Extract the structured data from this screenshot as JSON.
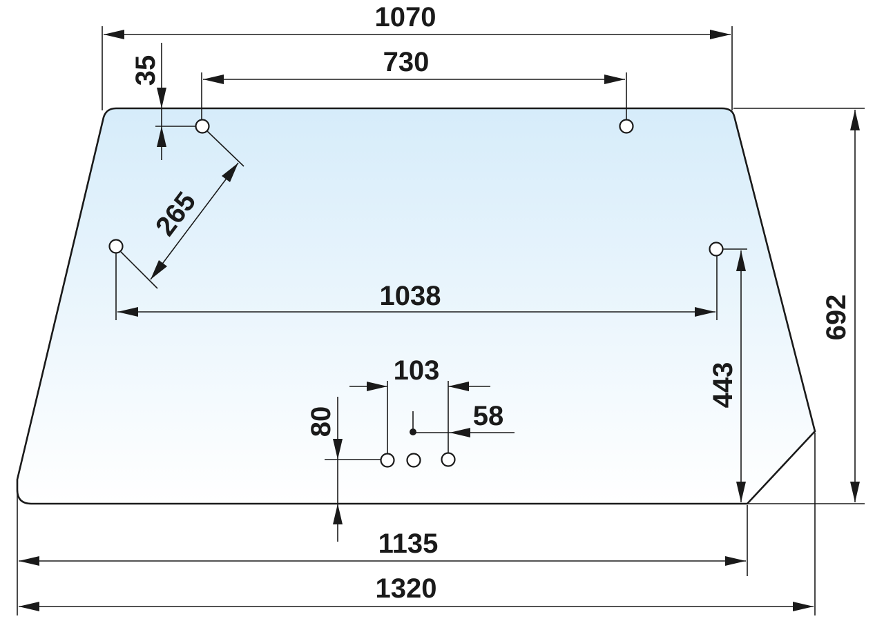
{
  "dimensions": {
    "top_width": "1070",
    "hole_spacing_top": "730",
    "top_offset": "35",
    "diagonal_offset": "265",
    "hole_spacing_middle": "1038",
    "center_hole_spacing": "103",
    "center_offset": "58",
    "bottom_offset": "80",
    "right_height": "443",
    "overall_height": "692",
    "bottom_width": "1135",
    "overall_width": "1320"
  },
  "colors": {
    "glass_top": "#d6ecfa",
    "glass_bottom": "#ffffff",
    "line": "#1a1a1a"
  }
}
